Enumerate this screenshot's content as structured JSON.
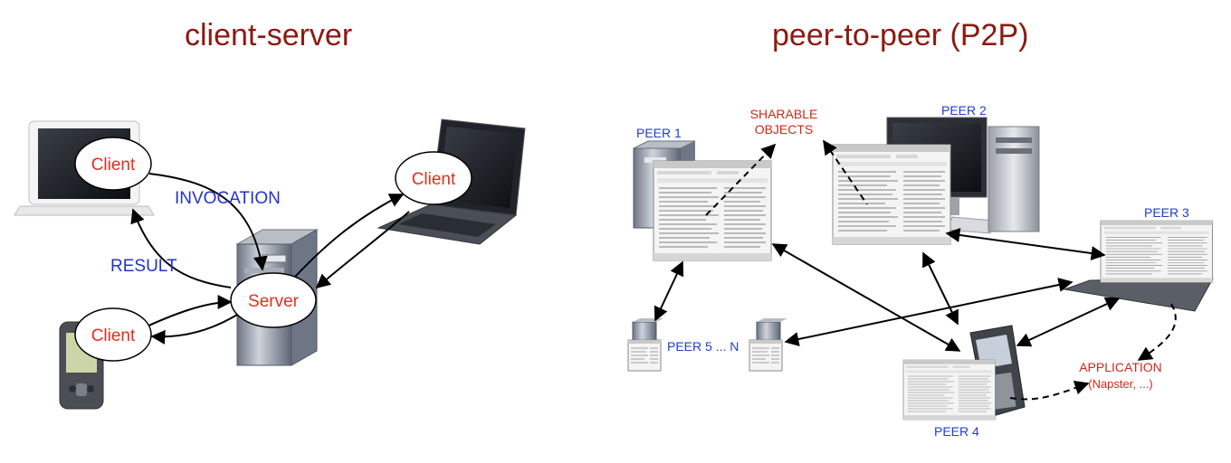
{
  "client_server": {
    "title": "client-server",
    "clients": [
      "Client",
      "Client",
      "Client"
    ],
    "server": "Server",
    "invocation": "INVOCATION",
    "result": "RESULT"
  },
  "p2p": {
    "title": "peer-to-peer (P2P)",
    "sharable_line1": "SHARABLE",
    "sharable_line2": "OBJECTS",
    "peers": {
      "peer1": "PEER 1",
      "peer2": "PEER 2",
      "peer3": "PEER 3",
      "peer4": "PEER 4",
      "peer5n": "PEER 5 ... N"
    },
    "application_line1": "APPLICATION",
    "application_line2": "(Napster, ...)"
  },
  "colors": {
    "title": "#8b1a10",
    "client_text": "#e0301e",
    "label_blue": "#2233cc",
    "peer_blue": "#1f3fc8",
    "red_label": "#d0281a"
  },
  "icons": [
    "laptop-icon",
    "server-tower-icon",
    "pda-icon",
    "desktop-computer-icon",
    "smartphone-icon",
    "window-screenshot-icon"
  ]
}
